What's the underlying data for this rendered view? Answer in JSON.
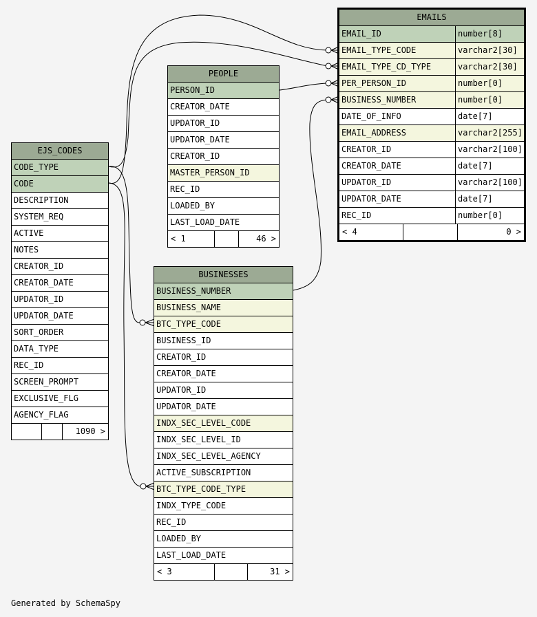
{
  "generated_by": "Generated by SchemaSpy",
  "tables": {
    "emails": {
      "title": "EMAILS",
      "columns": [
        {
          "name": "EMAIL_ID",
          "type": "number[8]",
          "kind": "pk"
        },
        {
          "name": "EMAIL_TYPE_CODE",
          "type": "varchar2[30]",
          "kind": "fk"
        },
        {
          "name": "EMAIL_TYPE_CD_TYPE",
          "type": "varchar2[30]",
          "kind": "fk"
        },
        {
          "name": "PER_PERSON_ID",
          "type": "number[0]",
          "kind": "fk"
        },
        {
          "name": "BUSINESS_NUMBER",
          "type": "number[0]",
          "kind": "fk"
        },
        {
          "name": "DATE_OF_INFO",
          "type": "date[7]",
          "kind": ""
        },
        {
          "name": "EMAIL_ADDRESS",
          "type": "varchar2[255]",
          "kind": "fk"
        },
        {
          "name": "CREATOR_ID",
          "type": "varchar2[100]",
          "kind": ""
        },
        {
          "name": "CREATOR_DATE",
          "type": "date[7]",
          "kind": ""
        },
        {
          "name": "UPDATOR_ID",
          "type": "varchar2[100]",
          "kind": ""
        },
        {
          "name": "UPDATOR_DATE",
          "type": "date[7]",
          "kind": ""
        },
        {
          "name": "REC_ID",
          "type": "number[0]",
          "kind": ""
        }
      ],
      "footer": [
        "< 4",
        "",
        "0 >"
      ]
    },
    "people": {
      "title": "PEOPLE",
      "columns": [
        {
          "name": "PERSON_ID",
          "kind": "pk"
        },
        {
          "name": "CREATOR_DATE",
          "kind": ""
        },
        {
          "name": "UPDATOR_ID",
          "kind": ""
        },
        {
          "name": "UPDATOR_DATE",
          "kind": ""
        },
        {
          "name": "CREATOR_ID",
          "kind": ""
        },
        {
          "name": "MASTER_PERSON_ID",
          "kind": "fk"
        },
        {
          "name": "REC_ID",
          "kind": ""
        },
        {
          "name": "LOADED_BY",
          "kind": ""
        },
        {
          "name": "LAST_LOAD_DATE",
          "kind": ""
        }
      ],
      "footer": [
        "< 1",
        "",
        "46 >"
      ]
    },
    "ejs_codes": {
      "title": "EJS_CODES",
      "columns": [
        {
          "name": "CODE_TYPE",
          "kind": "pk"
        },
        {
          "name": "CODE",
          "kind": "pk"
        },
        {
          "name": "DESCRIPTION",
          "kind": ""
        },
        {
          "name": "SYSTEM_REQ",
          "kind": ""
        },
        {
          "name": "ACTIVE",
          "kind": ""
        },
        {
          "name": "NOTES",
          "kind": ""
        },
        {
          "name": "CREATOR_ID",
          "kind": ""
        },
        {
          "name": "CREATOR_DATE",
          "kind": ""
        },
        {
          "name": "UPDATOR_ID",
          "kind": ""
        },
        {
          "name": "UPDATOR_DATE",
          "kind": ""
        },
        {
          "name": "SORT_ORDER",
          "kind": ""
        },
        {
          "name": "DATA_TYPE",
          "kind": ""
        },
        {
          "name": "REC_ID",
          "kind": ""
        },
        {
          "name": "SCREEN_PROMPT",
          "kind": ""
        },
        {
          "name": "EXCLUSIVE_FLG",
          "kind": ""
        },
        {
          "name": "AGENCY_FLAG",
          "kind": ""
        }
      ],
      "footer": [
        "",
        "",
        "1090 >"
      ]
    },
    "businesses": {
      "title": "BUSINESSES",
      "columns": [
        {
          "name": "BUSINESS_NUMBER",
          "kind": "pk"
        },
        {
          "name": "BUSINESS_NAME",
          "kind": "fk"
        },
        {
          "name": "BTC_TYPE_CODE",
          "kind": "fk"
        },
        {
          "name": "BUSINESS_ID",
          "kind": ""
        },
        {
          "name": "CREATOR_ID",
          "kind": ""
        },
        {
          "name": "CREATOR_DATE",
          "kind": ""
        },
        {
          "name": "UPDATOR_ID",
          "kind": ""
        },
        {
          "name": "UPDATOR_DATE",
          "kind": ""
        },
        {
          "name": "INDX_SEC_LEVEL_CODE",
          "kind": "fk"
        },
        {
          "name": "INDX_SEC_LEVEL_ID",
          "kind": ""
        },
        {
          "name": "INDX_SEC_LEVEL_AGENCY",
          "kind": ""
        },
        {
          "name": "ACTIVE_SUBSCRIPTION",
          "kind": ""
        },
        {
          "name": "BTC_TYPE_CODE_TYPE",
          "kind": "fk"
        },
        {
          "name": "INDX_TYPE_CODE",
          "kind": ""
        },
        {
          "name": "REC_ID",
          "kind": ""
        },
        {
          "name": "LOADED_BY",
          "kind": ""
        },
        {
          "name": "LAST_LOAD_DATE",
          "kind": ""
        }
      ],
      "footer": [
        "< 3",
        "",
        "31 >"
      ]
    }
  },
  "colors": {
    "title_bg": "#9caa94",
    "pk_bg": "#bfd2b8",
    "fk_bg": "#f4f6de",
    "background": "#f4f4f4"
  }
}
